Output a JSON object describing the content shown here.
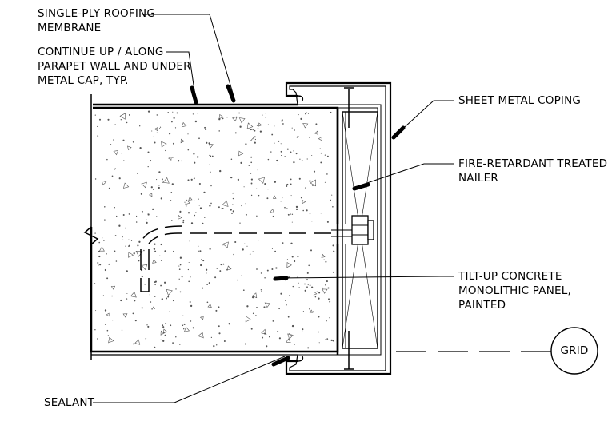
{
  "labels": {
    "roofing_membrane": [
      "SINGLE-PLY ROOFING",
      "MEMBRANE"
    ],
    "parapet_continue": [
      "CONTINUE UP / ALONG",
      "PARAPET WALL AND UNDER",
      "METAL CAP, TYP."
    ],
    "sheet_metal_coping": [
      "SHEET METAL COPING"
    ],
    "nailer": [
      "FIRE-RETARDANT TREATED",
      "NAILER"
    ],
    "tiltup_panel": [
      "TILT-UP CONCRETE",
      "MONOLITHIC PANEL,",
      "PAINTED"
    ],
    "sealant": [
      "SEALANT"
    ],
    "grid_bubble": "GRID"
  },
  "colors": {
    "line": "#000000",
    "background": "#ffffff",
    "concrete_speckle": "#555555"
  }
}
